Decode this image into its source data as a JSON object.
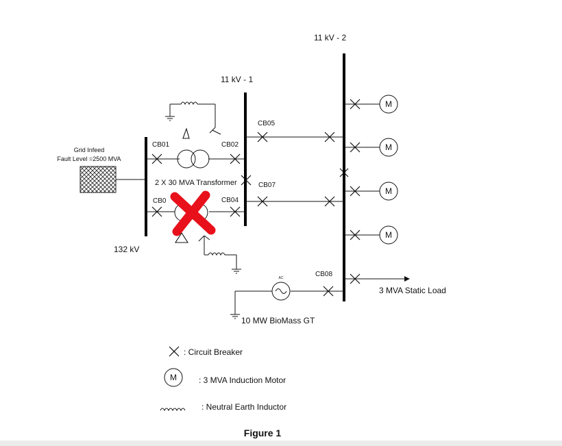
{
  "buses": {
    "bus_132": "132 kV",
    "bus_11_1": "11 kV - 1",
    "bus_11_2": "11 kV - 2"
  },
  "grid": {
    "line1": "Grid Infeed",
    "line2": "Fault Level =2500 MVA"
  },
  "breakers": {
    "cb01": "CB01",
    "cb02": "CB02",
    "cb03": "CB0",
    "cb04": "CB04",
    "cb05": "CB05",
    "cb07": "CB07",
    "cb08": "CB08"
  },
  "transformer_label": "2 X 30 MVA Transformer",
  "motor_symbol": "M",
  "static_load": "3 MVA Static Load",
  "generator": {
    "label": "10 MW BioMass GT",
    "ac_text": "AC"
  },
  "legend": {
    "breaker": ": Circuit Breaker",
    "motor_symbol": "M",
    "motor": ": 3 MVA Induction Motor",
    "inductor": ": Neutral Earth Inductor"
  },
  "caption": "Figure 1",
  "colors": {
    "line": "#111111",
    "cross_mark": "#e8101a",
    "footer_bar": "#ececec"
  }
}
